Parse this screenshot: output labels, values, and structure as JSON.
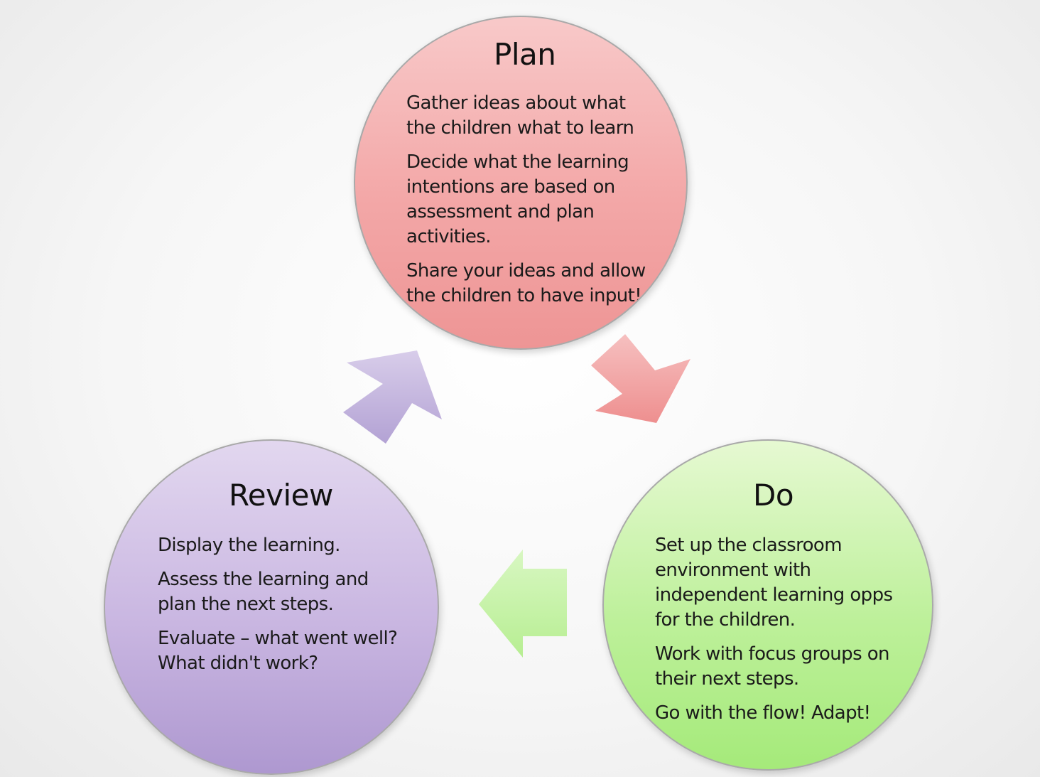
{
  "colors": {
    "plan": "#f3a7a7",
    "review": "#c9b6e1",
    "do": "#bdf09a",
    "arrow_plan_to_do": "#f3a3a3",
    "arrow_do_to_review": "#c7f2a8",
    "arrow_review_to_plan": "#c6b7e0"
  },
  "stages": {
    "plan": {
      "title": "Plan",
      "points": [
        "Gather ideas about what the children what to learn",
        "Decide what the learning intentions are based on assessment and plan activities.",
        "Share your ideas and allow the children to have input!"
      ]
    },
    "do": {
      "title": "Do",
      "points": [
        "Set up the classroom environment with independent learning opps for the children.",
        "Work with focus groups on their next steps.",
        "Go with the flow! Adapt!"
      ]
    },
    "review": {
      "title": "Review",
      "points": [
        "Display the learning.",
        "Assess the learning and plan the next steps.",
        "Evaluate – what went well? What didn't work?"
      ]
    }
  },
  "arrows": [
    "arrow-right-down-icon",
    "arrow-left-icon",
    "arrow-up-right-icon"
  ]
}
